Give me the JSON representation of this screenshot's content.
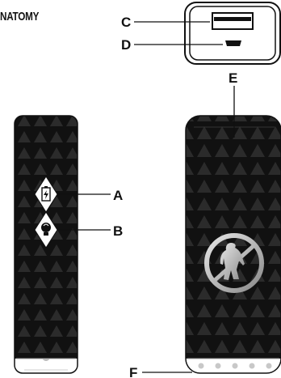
{
  "title": "NATOMY",
  "callouts": {
    "a": "A",
    "b": "B",
    "c": "C",
    "d": "D",
    "e": "E",
    "f": "F"
  },
  "icons": {
    "battery": "battery-icon",
    "flashlight": "bulb-icon",
    "logo": "bigfoot-logo-icon"
  },
  "colors": {
    "body": "#111111",
    "pattern": "#2a2a2a",
    "outline": "#111111",
    "logo_ring": "#bfbfbf"
  }
}
